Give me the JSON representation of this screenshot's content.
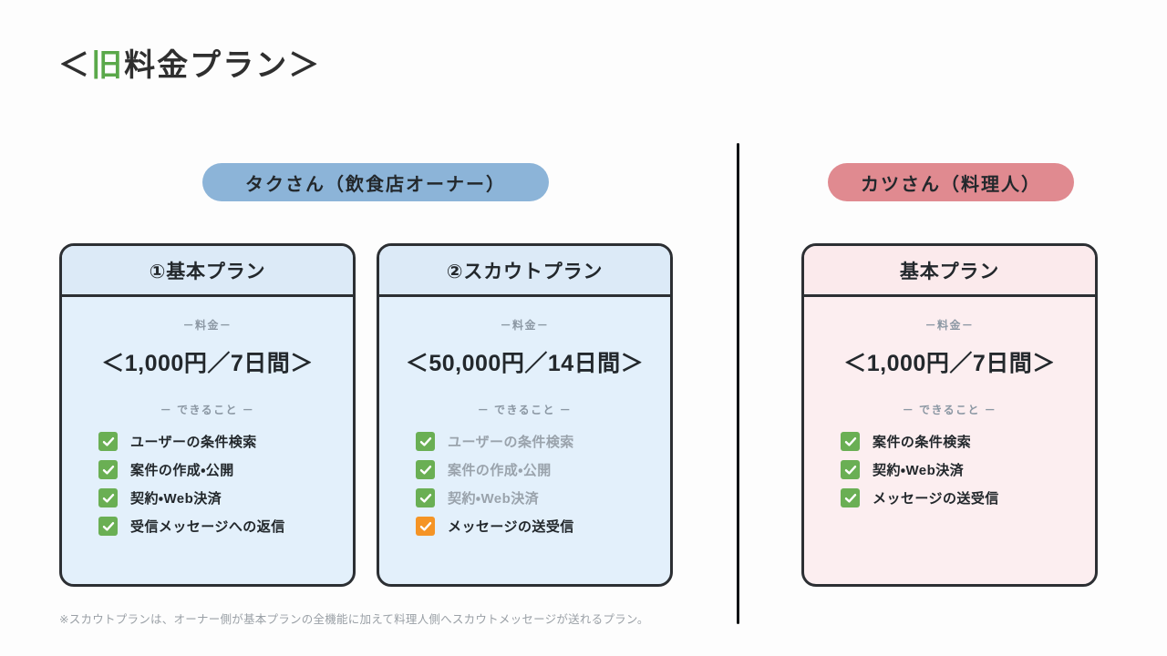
{
  "page": {
    "title_prefix": "＜",
    "title_highlight": "旧",
    "title_rest": "料金プラン＞",
    "title_full": "＜旧料金プラン＞",
    "background_color": "#fdfdfd",
    "highlight_color": "#5aa84a",
    "text_color": "#2f2f2f"
  },
  "divider": {
    "color": "#111315"
  },
  "personas": {
    "owner": {
      "badge_label": "タクさん（飲食店オーナー）",
      "badge_color": "#8cb4d8"
    },
    "chef": {
      "badge_label": "カツさん（料理人）",
      "badge_color": "#e08a90"
    }
  },
  "labels": {
    "price_section": "－料金－",
    "features_section": "－ できること －"
  },
  "cards": [
    {
      "id": "owner-basic",
      "theme": "blue",
      "title": "①基本プラン",
      "price_label": "－料金－",
      "price": "＜1,000円／7日間＞",
      "features_label": "－ できること －",
      "features": [
        {
          "text": "ユーザーの条件検索",
          "check_color": "green",
          "dimmed": false
        },
        {
          "text": "案件の作成・公開",
          "check_color": "green",
          "dimmed": false
        },
        {
          "text": "契約・Web決済",
          "check_color": "green",
          "dimmed": false
        },
        {
          "text": "受信メッセージへの返信",
          "check_color": "green",
          "dimmed": false
        }
      ]
    },
    {
      "id": "owner-scout",
      "theme": "blue",
      "title": "②スカウトプラン",
      "price_label": "－料金－",
      "price": "＜50,000円／14日間＞",
      "features_label": "－ できること －",
      "features": [
        {
          "text": "ユーザーの条件検索",
          "check_color": "green",
          "dimmed": true
        },
        {
          "text": "案件の作成・公開",
          "check_color": "green",
          "dimmed": true
        },
        {
          "text": "契約・Web決済",
          "check_color": "green",
          "dimmed": true
        },
        {
          "text": "メッセージの送受信",
          "check_color": "orange",
          "dimmed": false
        }
      ]
    },
    {
      "id": "chef-basic",
      "theme": "pink",
      "title": "基本プラン",
      "price_label": "－料金－",
      "price": "＜1,000円／7日間＞",
      "features_label": "－ できること －",
      "features": [
        {
          "text": "案件の条件検索",
          "check_color": "green",
          "dimmed": false
        },
        {
          "text": "契約・Web決済",
          "check_color": "green",
          "dimmed": false
        },
        {
          "text": "メッセージの送受信",
          "check_color": "green",
          "dimmed": false
        }
      ]
    }
  ],
  "footnote": "※スカウトプランは、オーナー側が基本プランの全機能に加えて料理人側へスカウトメッセージが送れるプラン。",
  "colors": {
    "check_green": "#6aaf54",
    "check_orange": "#f59425",
    "card_border": "#2c2f33",
    "card_blue_bg": "#e3f0fb",
    "card_pink_bg": "#fceef0",
    "muted_text": "#8b97a3"
  }
}
